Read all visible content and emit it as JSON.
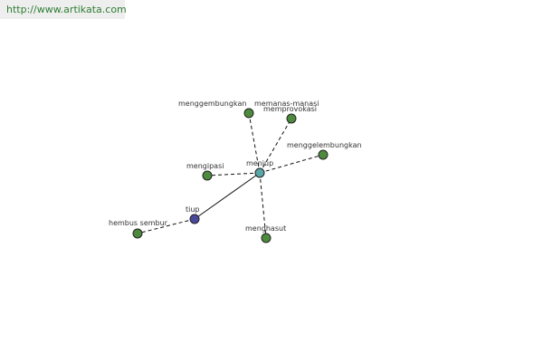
{
  "header": {
    "site_url": "http://www.artikata.com"
  },
  "graph": {
    "nodes": [
      {
        "id": "meniup",
        "label": "meniup",
        "color": "#5aa6a6"
      },
      {
        "id": "tiup",
        "label": "tiup",
        "color": "#4a4a9c"
      },
      {
        "id": "hembus_sembur",
        "label": "hembus sembur",
        "color": "#4e8a3e"
      },
      {
        "id": "menggembungkan",
        "label": "menggembungkan",
        "color": "#4e8a3e"
      },
      {
        "id": "memanas_manasi",
        "label": "memanas-manasi",
        "color": "#4e8a3e"
      },
      {
        "id": "memprovokasi",
        "label": "memprovokasi",
        "color": "#4e8a3e"
      },
      {
        "id": "menggelembungkan",
        "label": "menggelembungkan",
        "color": "#4e8a3e"
      },
      {
        "id": "mengipasi",
        "label": "mengipasi",
        "color": "#4e8a3e"
      },
      {
        "id": "menghasut",
        "label": "menghasut",
        "color": "#4e8a3e"
      }
    ],
    "edges": [
      {
        "from": "meniup",
        "to": "tiup",
        "style": "solid"
      },
      {
        "from": "tiup",
        "to": "hembus_sembur",
        "style": "dashed"
      },
      {
        "from": "meniup",
        "to": "menggembungkan",
        "style": "dashed"
      },
      {
        "from": "meniup",
        "to": "memprovokasi",
        "style": "dashed"
      },
      {
        "from": "meniup",
        "to": "menggelembungkan",
        "style": "dashed"
      },
      {
        "from": "meniup",
        "to": "mengipasi",
        "style": "dashed"
      },
      {
        "from": "meniup",
        "to": "menghasut",
        "style": "dashed"
      }
    ]
  }
}
